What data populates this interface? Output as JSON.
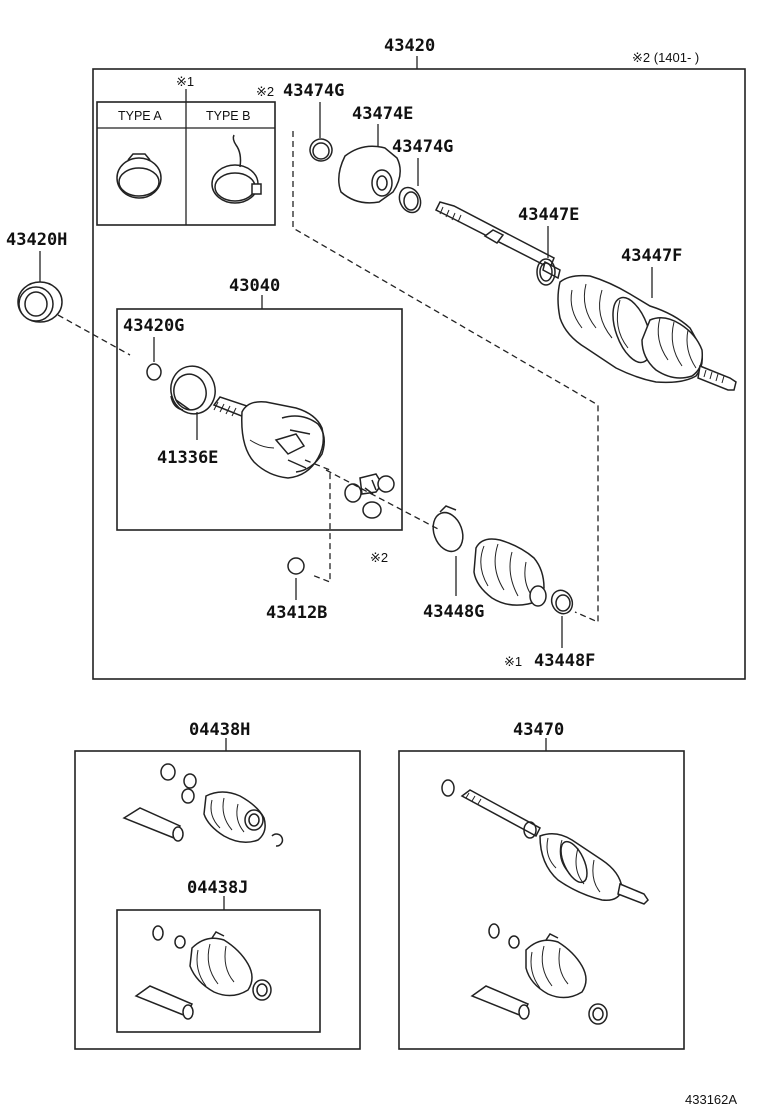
{
  "labels": {
    "main_assembly": "43420",
    "note_top_right": "※2 (1401-   )",
    "type_note_mark": "※1",
    "type_a": "TYPE A",
    "type_b": "TYPE B",
    "clamp_top_mark": "※2",
    "clamp_top": "43474G",
    "boot_small": "43474E",
    "clamp_small": "43474G",
    "oil_seal": "43420H",
    "outer_boot_clamp": "43447E",
    "outer_boot": "43447F",
    "inner_joint": "43040",
    "snap_ring": "43420G",
    "dust_cover": "41336E",
    "tripod_mark": "※2",
    "circlip": "43412B",
    "boot_kit_large_clamp": "43448G",
    "boot_clamp_mark": "※1",
    "boot_clamp": "43448F",
    "kit_outer": "04438H",
    "kit_inner": "04438J",
    "shaft_assy": "43470",
    "figure_code": "433162A"
  }
}
